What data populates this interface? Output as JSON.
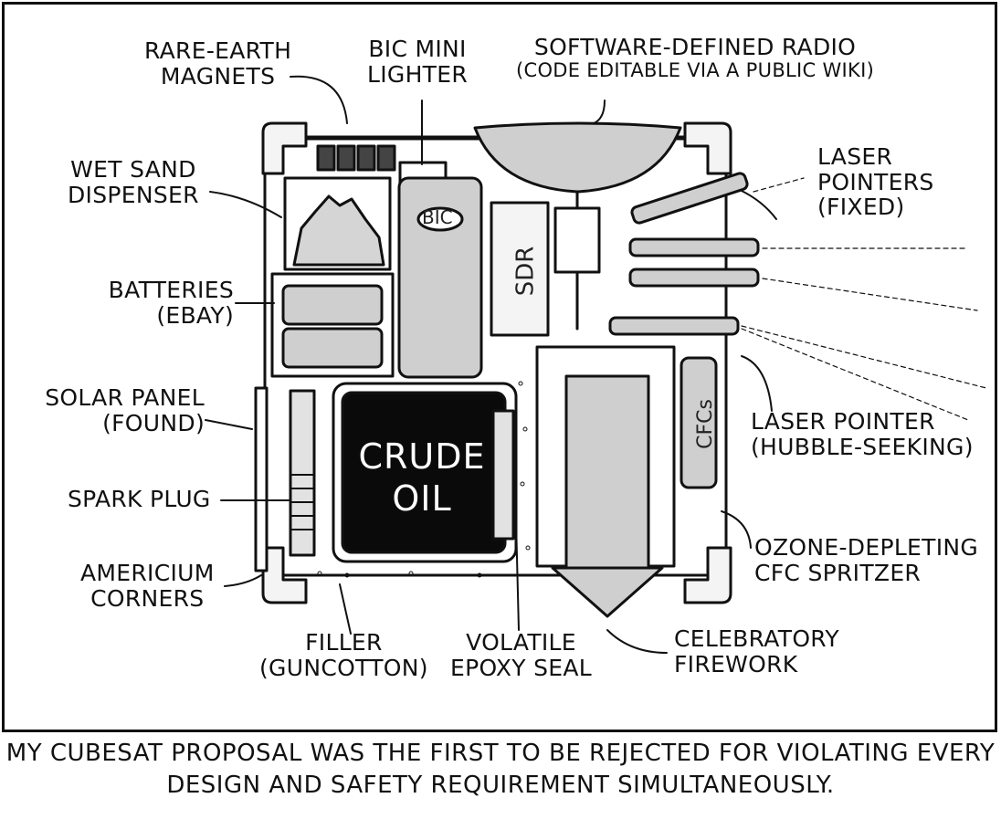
{
  "comic": {
    "labels": {
      "rare_earth_magnets": [
        "RARE-EARTH",
        "MAGNETS"
      ],
      "bic_mini_lighter": [
        "BIC MINI",
        "LIGHTER"
      ],
      "software_defined_radio": [
        "SOFTWARE-DEFINED RADIO",
        "(CODE EDITABLE VIA A PUBLIC WIKI)"
      ],
      "wet_sand_dispenser": [
        "WET SAND",
        "DISPENSER"
      ],
      "laser_pointers_fixed": [
        "LASER",
        "POINTERS",
        "(FIXED)"
      ],
      "batteries": [
        "BATTERIES",
        "(EBAY)"
      ],
      "solar_panel": [
        "SOLAR PANEL",
        "(FOUND)"
      ],
      "laser_pointer_hubble": [
        "LASER POINTER",
        "(HUBBLE-SEEKING)"
      ],
      "spark_plug": [
        "SPARK PLUG"
      ],
      "americium_corners": [
        "AMERICIUM",
        "CORNERS"
      ],
      "ozone_depleting": [
        "OZONE-DEPLETING",
        "CFC SPRITZER"
      ],
      "filler": [
        "FILLER",
        "(GUNCOTTON)"
      ],
      "volatile_epoxy": [
        "VOLATILE",
        "EPOXY SEAL"
      ],
      "celebratory_firework": [
        "CELEBRATORY",
        "FIREWORK"
      ]
    },
    "part_text": {
      "crude_oil": [
        "CRUDE",
        "OIL"
      ],
      "bic": "BIC",
      "sdr": "SDR",
      "cfcs": "CFCs"
    },
    "caption": [
      "MY CUBESAT PROPOSAL WAS THE FIRST TO BE REJECTED FOR",
      "VIOLATING EVERY DESIGN AND SAFETY REQUIREMENT SIMULTANEOUSLY."
    ]
  },
  "colors": {
    "ink": "#111111",
    "gray_fill": "#cfcfcf",
    "light_gray": "#e2e2e2",
    "oil": "#0a0a0a"
  }
}
